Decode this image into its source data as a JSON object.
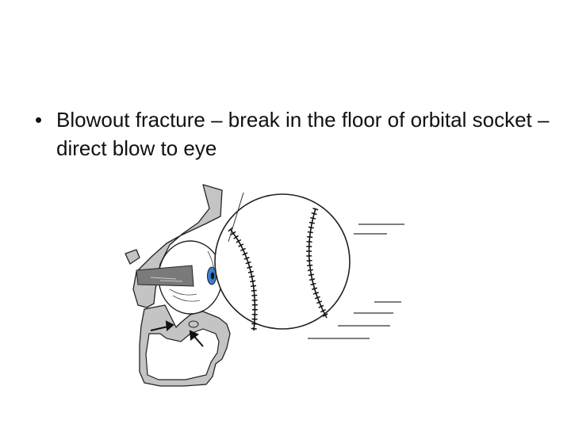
{
  "slide": {
    "bullet_symbol": "•",
    "bullet_text": "Blowout fracture – break in the floor of orbital socket – direct blow to eye"
  },
  "illustration": {
    "subject": "baseball striking the eye, causing an orbital floor fracture",
    "icons": [
      "orbital-bone",
      "eyeball",
      "baseball",
      "motion-lines",
      "fracture-arrow"
    ],
    "colors": {
      "bone": "#c4c4c4",
      "muscle": "#7a7a7a",
      "iris": "#3a7fd0",
      "stroke": "#222222"
    }
  }
}
